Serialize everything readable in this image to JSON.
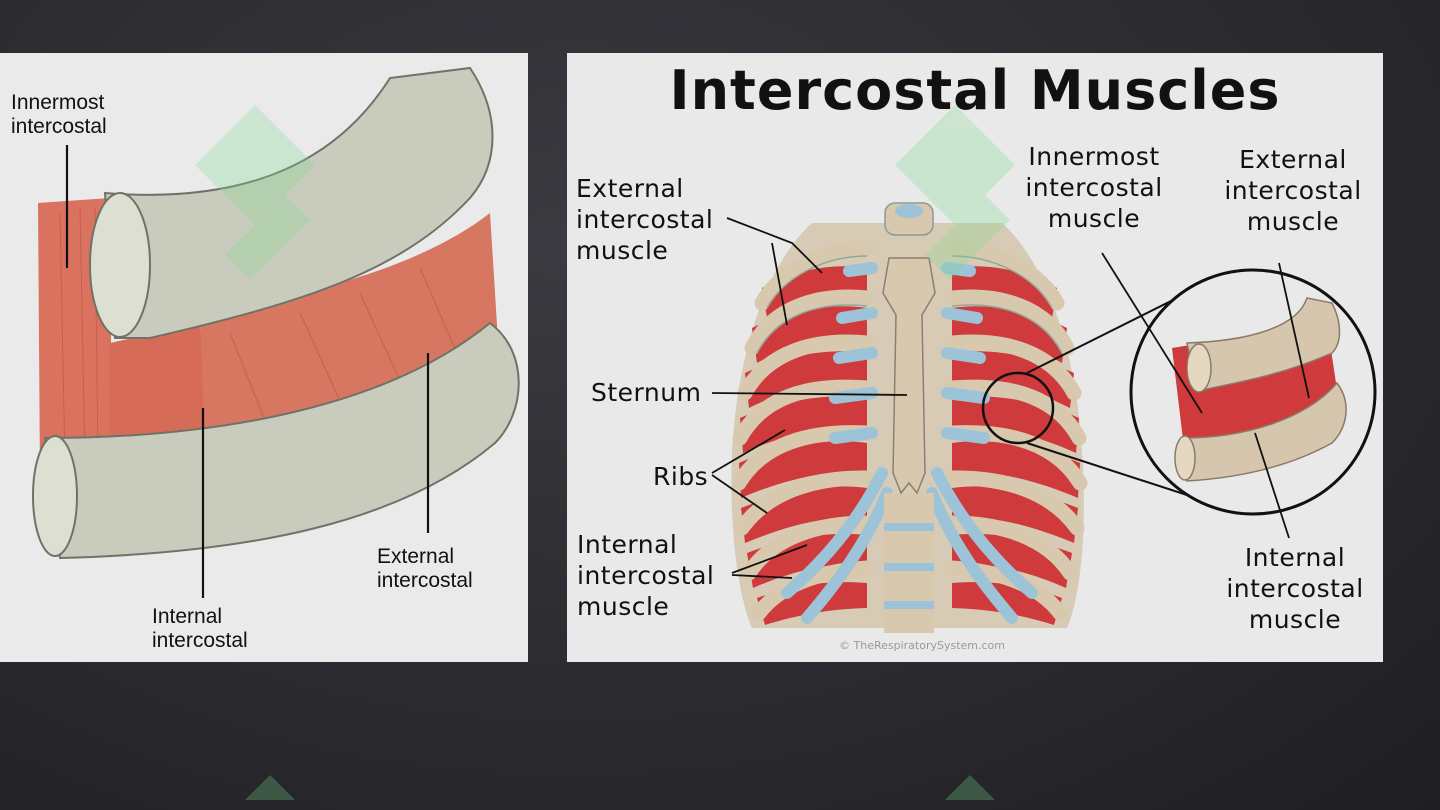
{
  "left_diagram": {
    "labels": {
      "innermost_line1": "Innermost",
      "innermost_line2": "intercostal",
      "internal_line1": "Internal",
      "internal_line2": "intercostal",
      "external_line1": "External",
      "external_line2": "intercostal"
    }
  },
  "right_diagram": {
    "title": "Intercostal Muscles",
    "labels": {
      "external_left_line1": "External",
      "external_left_line2": "intercostal",
      "external_left_line3": "muscle",
      "sternum": "Sternum",
      "ribs": "Ribs",
      "internal_left_line1": "Internal",
      "internal_left_line2": "intercostal",
      "internal_left_line3": "muscle",
      "innermost_line1": "Innermost",
      "innermost_line2": "intercostal",
      "innermost_line3": "muscle",
      "external_right_line1": "External",
      "external_right_line2": "intercostal",
      "external_right_line3": "muscle",
      "internal_right_line1": "Internal",
      "internal_right_line2": "intercostal",
      "internal_right_line3": "muscle"
    },
    "credit": "© TheRespiratorySystem.com"
  },
  "colors": {
    "muscle_left": "#d9735f",
    "muscle_right": "#cf3a3c",
    "bone": "#d8cbb6",
    "cartilage": "#9cc3d8",
    "watermark": "#7ddc8e"
  }
}
